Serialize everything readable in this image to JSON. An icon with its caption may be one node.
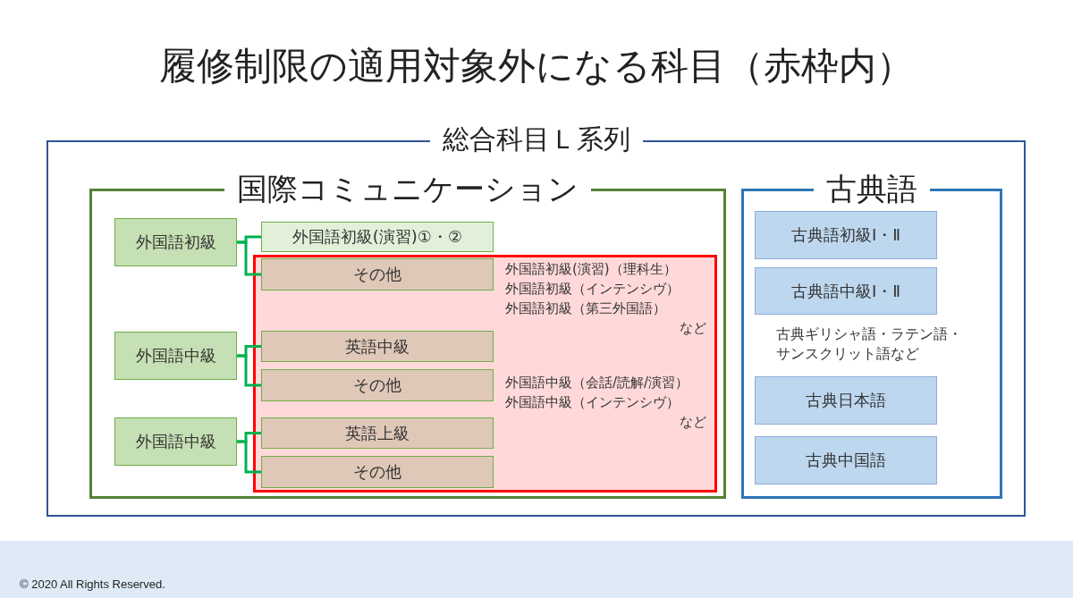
{
  "diagram": {
    "title": "履修制限の適用対象外になる科目（赤枠内）",
    "nodes": [
      {
        "text": [
          "総合科目Ｌ系列"
        ]
      },
      {
        "text": [
          "国際コミュニケーション"
        ],
        "in": 0
      },
      {
        "text": [
          "外国語初級"
        ],
        "in": 1
      },
      {
        "text": [
          "外国語初級(演習)①・②"
        ],
        "in": 1
      },
      {
        "text": [],
        "shape": "box",
        "in": 1
      },
      {
        "text": [
          "その他"
        ],
        "in": 4,
        "beside": [
          "外国語初級(演習)（理科生）",
          "外国語初級（インテンシヴ）",
          "外国語初級（第三外国語）",
          "など"
        ]
      },
      {
        "text": [
          "外国語中級"
        ],
        "in": 1
      },
      {
        "text": [
          "英語中級"
        ],
        "in": 4
      },
      {
        "text": [
          "その他"
        ],
        "in": 4,
        "beside": [
          "外国語中級（会話/読解/演習）",
          "外国語中級（インテンシヴ）",
          "など"
        ]
      },
      {
        "text": [
          "外国語中級"
        ],
        "in": 1
      },
      {
        "text": [
          "英語上級"
        ],
        "in": 4
      },
      {
        "text": [
          "その他"
        ],
        "in": 4
      },
      {
        "text": [
          "古典語"
        ],
        "in": 0
      },
      {
        "text": [
          "古典語初級Ⅰ・Ⅱ"
        ],
        "in": 12
      },
      {
        "text": [
          "古典語中級Ⅰ・Ⅱ"
        ],
        "in": 12,
        "beside": [
          "古典ギリシャ語・ラテン語・サンスクリット語など"
        ]
      },
      {
        "text": [
          "古典日本語"
        ],
        "in": 12
      },
      {
        "text": [
          "古典中国語"
        ],
        "in": 12
      }
    ],
    "edges": [
      {
        "from": 2,
        "to": 3,
        "arrow": "none"
      },
      {
        "from": 2,
        "to": 5,
        "arrow": "none"
      },
      {
        "from": 6,
        "to": 7,
        "arrow": "none"
      },
      {
        "from": 6,
        "to": 8,
        "arrow": "none"
      },
      {
        "from": 9,
        "to": 10,
        "arrow": "none"
      },
      {
        "from": 9,
        "to": 11,
        "arrow": "none"
      }
    ],
    "labels": [
      "© 2020 All Rights Reserved."
    ]
  }
}
